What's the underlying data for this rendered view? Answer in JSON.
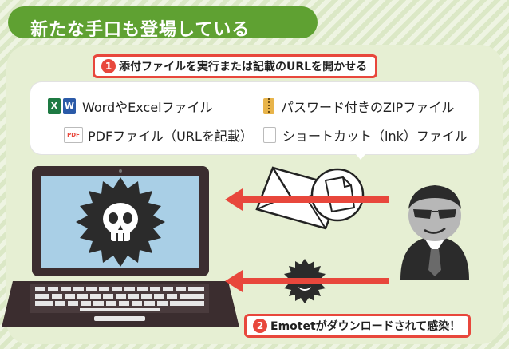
{
  "title": "新たな手口も登場している",
  "step1": {
    "number": "1",
    "text": "添付ファイルを実行または記載のURLを開かせる"
  },
  "files": [
    {
      "label": "WordやExcelファイル",
      "icon": "word-excel-icon"
    },
    {
      "label": "パスワード付きのZIPファイル",
      "icon": "zip-icon"
    },
    {
      "label": "PDFファイル（URLを記載）",
      "icon": "pdf-icon"
    },
    {
      "label": "ショートカット（lnk）ファイル",
      "icon": "shortcut-file-icon"
    }
  ],
  "icon_letters": {
    "excel": "X",
    "word": "W",
    "pdf": "PDF"
  },
  "step2": {
    "number": "2",
    "text": "Emotetがダウンロードされて感染！"
  },
  "colors": {
    "title_green": "#5fa132",
    "accent_red": "#e8473c",
    "laptop_body": "#3b2d2f",
    "screen": "#a9cfe6",
    "virus": "#2b2b2b"
  }
}
